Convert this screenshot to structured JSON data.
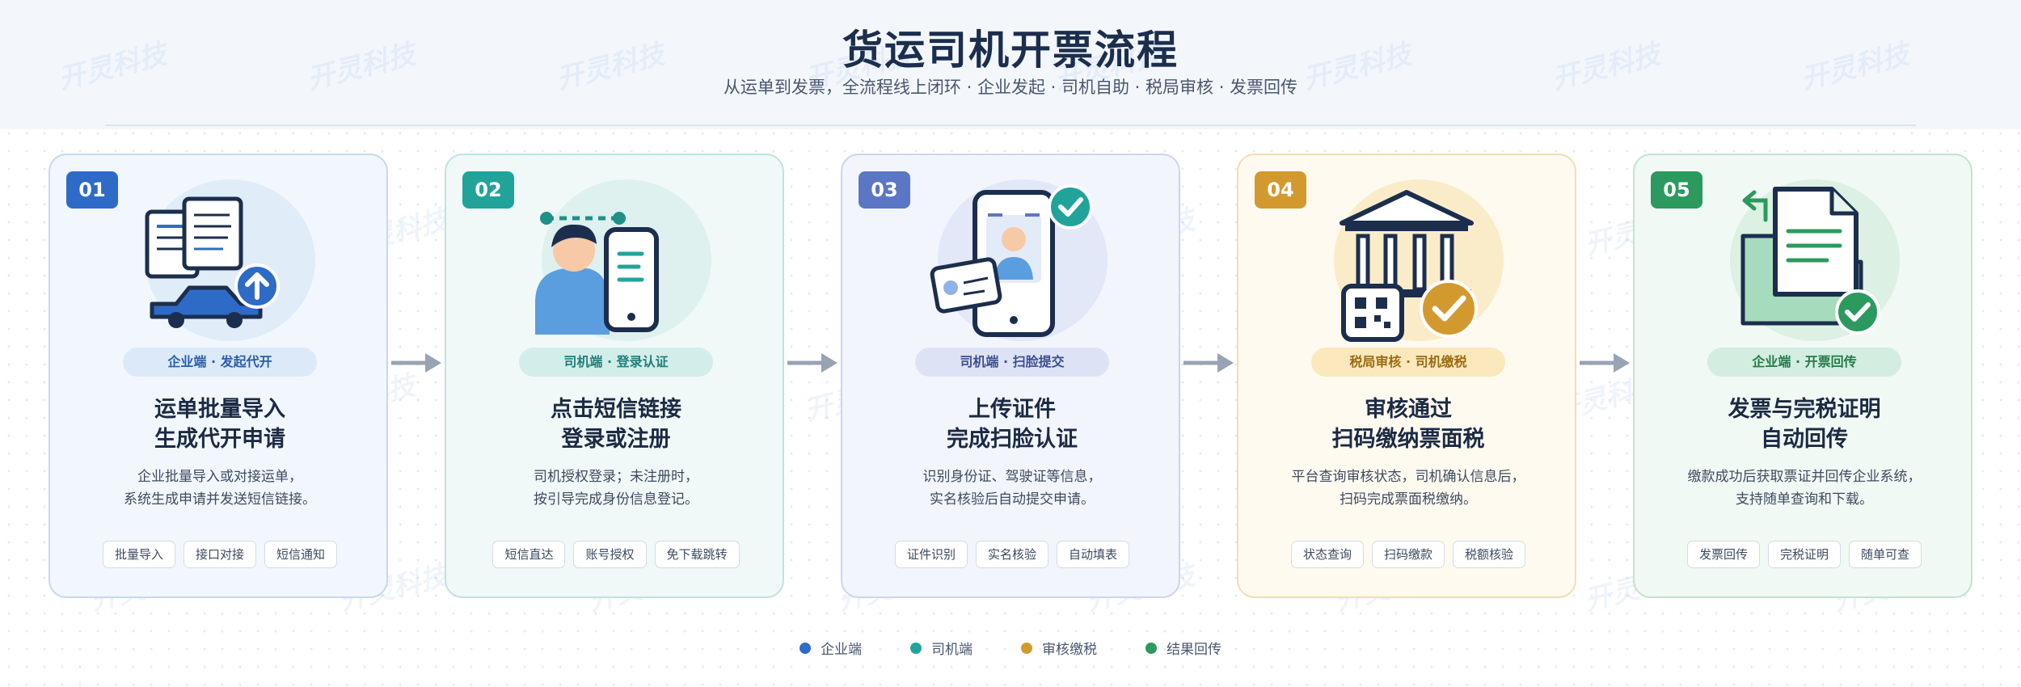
{
  "title": "货运司机开票流程",
  "subtitle": "从运单到发票，全流程线上闭环 · 企业发起 · 司机自助 · 税局审核 · 发票回传",
  "watermark": "开灵科技",
  "steps": [
    {
      "number": "01",
      "role": "企业端 · 发起代开",
      "title_line1": "运单批量导入",
      "title_line2": "生成代开申请",
      "desc_line1": "企业批量导入或对接运单，",
      "desc_line2": "系统生成申请并发送短信链接。",
      "tags": [
        "批量导入",
        "接口对接",
        "短信通知"
      ],
      "illustration": "documents-truck-upload-icon",
      "accent": "#2e6bc6",
      "card_bg": "#f2f7fd",
      "card_border": "#c5d8ef",
      "halo": "#e1ecf9",
      "pill_bg": "#dce9f8",
      "pill_text": "#2a5ea8"
    },
    {
      "number": "02",
      "role": "司机端 · 登录认证",
      "title_line1": "点击短信链接",
      "title_line2": "登录或注册",
      "desc_line1": "司机授权登录；未注册时，",
      "desc_line2": "按引导完成身份信息登记。",
      "tags": [
        "短信直达",
        "账号授权",
        "免下载跳转"
      ],
      "illustration": "driver-phone-login-icon",
      "accent": "#22a39a",
      "card_bg": "#f0f8f8",
      "card_border": "#bfe3df",
      "halo": "#def1ef",
      "pill_bg": "#d3eeea",
      "pill_text": "#1f7f78"
    },
    {
      "number": "03",
      "role": "司机端 · 扫脸提交",
      "title_line1": "上传证件",
      "title_line2": "完成扫脸认证",
      "desc_line1": "识别身份证、驾驶证等信息，",
      "desc_line2": "实名核验后自动提交申请。",
      "tags": [
        "证件识别",
        "实名核验",
        "自动填表"
      ],
      "illustration": "phone-face-scan-id-icon",
      "accent": "#5b76c4",
      "card_bg": "#f2f5fc",
      "card_border": "#cbd5ee",
      "halo": "#e2e8f8",
      "pill_bg": "#dde3f5",
      "pill_text": "#3c4f8f"
    },
    {
      "number": "04",
      "role": "税局审核 · 司机缴税",
      "title_line1": "审核通过",
      "title_line2": "扫码缴纳票面税",
      "desc_line1": "平台查询审核状态，司机确认信息后，",
      "desc_line2": "扫码完成票面税缴纳。",
      "tags": [
        "状态查询",
        "扫码缴款",
        "税额核验"
      ],
      "illustration": "tax-bureau-qr-check-icon",
      "accent": "#d29a2e",
      "card_bg": "#fffaf0",
      "card_border": "#f1deb2",
      "halo": "#fbecc9",
      "pill_bg": "#fbe9bd",
      "pill_text": "#9a6a12"
    },
    {
      "number": "05",
      "role": "企业端 · 开票回传",
      "title_line1": "发票与完税证明",
      "title_line2": "自动回传",
      "desc_line1": "缴款成功后获取票证并回传企业系统，",
      "desc_line2": "支持随单查询和下载。",
      "tags": [
        "发票回传",
        "完税证明",
        "随单可查"
      ],
      "illustration": "invoice-return-check-icon",
      "accent": "#2c9a5e",
      "card_bg": "#f1f9f4",
      "card_border": "#c2e3cf",
      "halo": "#dcf0e3",
      "pill_bg": "#d3ede0",
      "pill_text": "#237a4a"
    }
  ],
  "legend": [
    {
      "label": "企业端",
      "color": "#2e6bc6"
    },
    {
      "label": "司机端",
      "color": "#22a39a"
    },
    {
      "label": "审核缴税",
      "color": "#d29a2e"
    },
    {
      "label": "结果回传",
      "color": "#2c9a5e"
    }
  ],
  "colors": {
    "arrow": "#98a3b3",
    "navy": "#1c2e4d"
  }
}
